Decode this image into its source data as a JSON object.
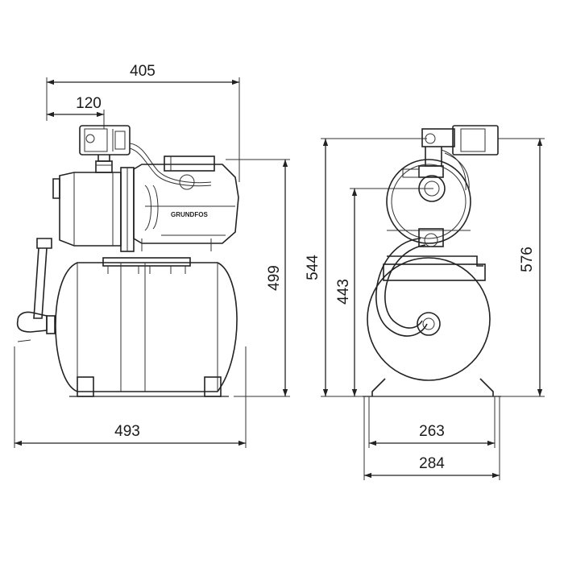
{
  "dimensions": {
    "overall_width_top": "405",
    "pressure_switch_offset": "120",
    "height_outlet": "499",
    "overall_length": "493",
    "total_height": "544",
    "inlet_height": "443",
    "height_576": "576",
    "foot_width": "263",
    "base_width": "284"
  },
  "product": {
    "brand_logo": "GRUNDFOS"
  }
}
